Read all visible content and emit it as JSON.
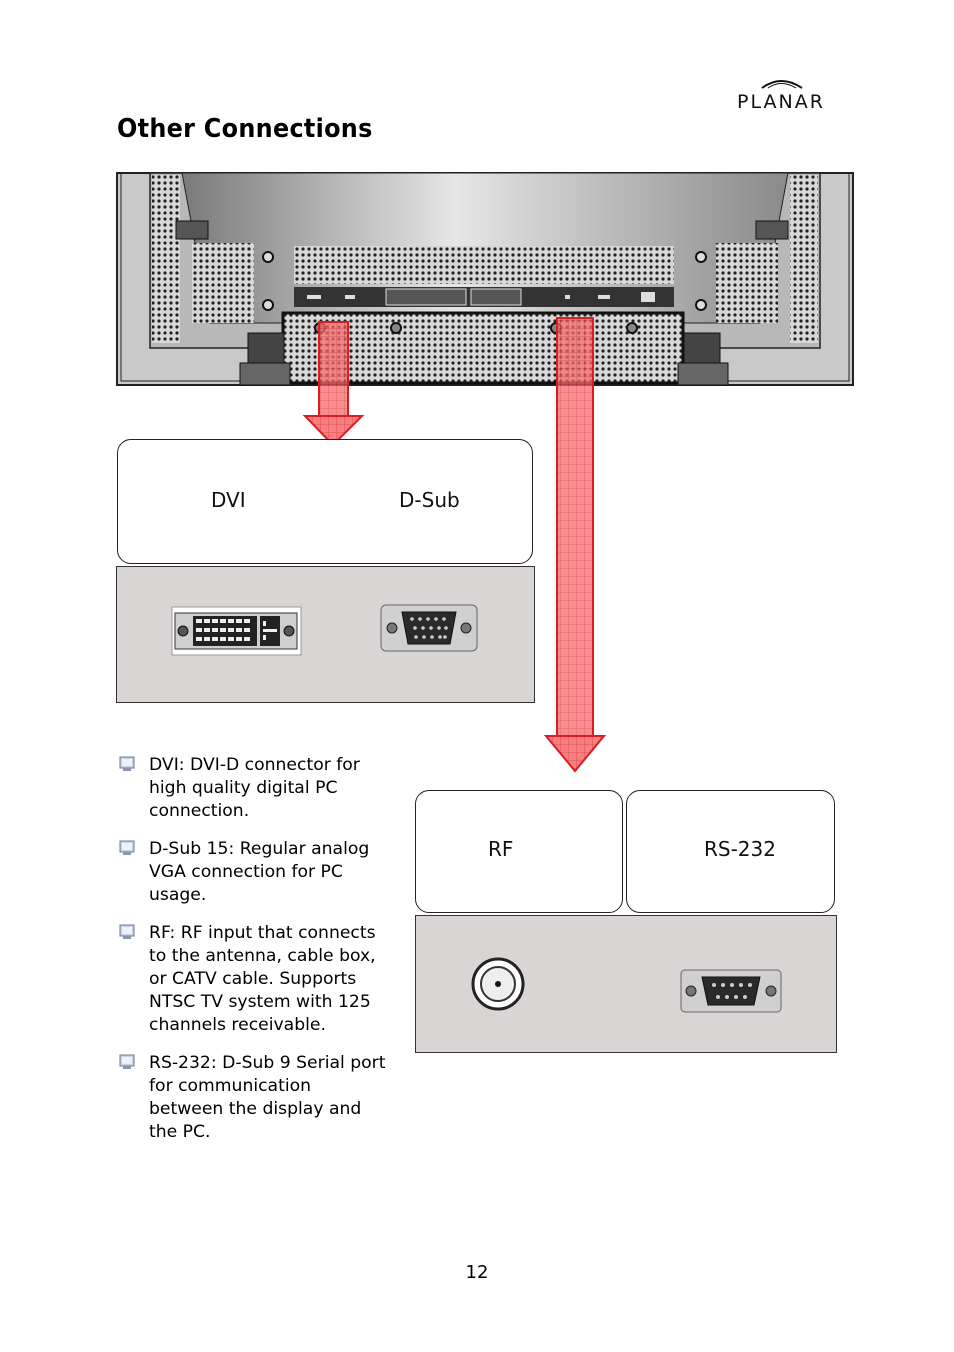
{
  "brand": {
    "logo_text": "PLANAR"
  },
  "page": {
    "title": "Other Connections",
    "number": "12"
  },
  "top_group": {
    "labels": {
      "dvi": "DVI",
      "dsub": "D-Sub"
    }
  },
  "bottom_group": {
    "labels": {
      "rf": "RF",
      "rs232": "RS-232"
    }
  },
  "bullets": [
    {
      "term": "DVI",
      "text": ": DVI-D connector for high quality digital PC connection."
    },
    {
      "term": "D-Sub 15",
      "text": ": Regular analog VGA connection for PC usage."
    },
    {
      "term": "RF",
      "text": ": RF input that connects to the antenna, cable box, or CATV cable. Supports NTSC TV system with 125 channels receivable."
    },
    {
      "term": "RS-232",
      "text": ": D-Sub 9 Serial port for communication between the display and the PC."
    }
  ],
  "colors": {
    "arrow_red": "#f0393a",
    "panel_gray": "#d9d5d5"
  }
}
